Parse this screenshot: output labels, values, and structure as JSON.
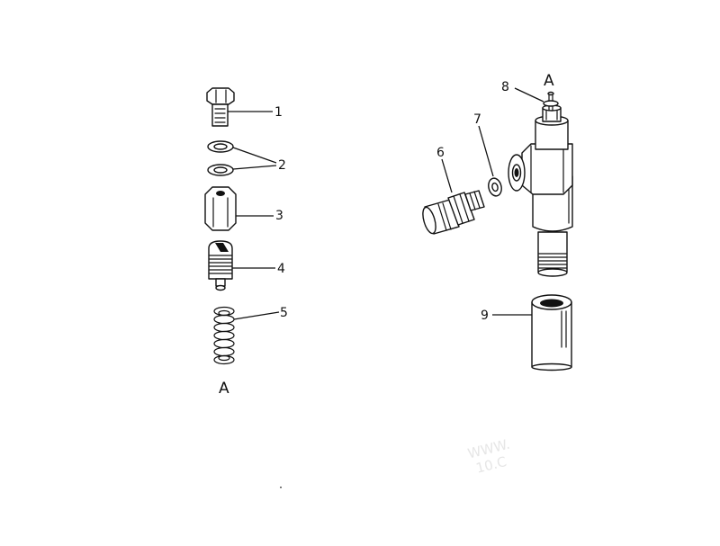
{
  "callouts": [
    "1",
    "2",
    "3",
    "4",
    "5",
    "6",
    "7",
    "8",
    "9"
  ],
  "view_marker": "A",
  "colors": {
    "line": "#111111",
    "background": "#ffffff"
  }
}
